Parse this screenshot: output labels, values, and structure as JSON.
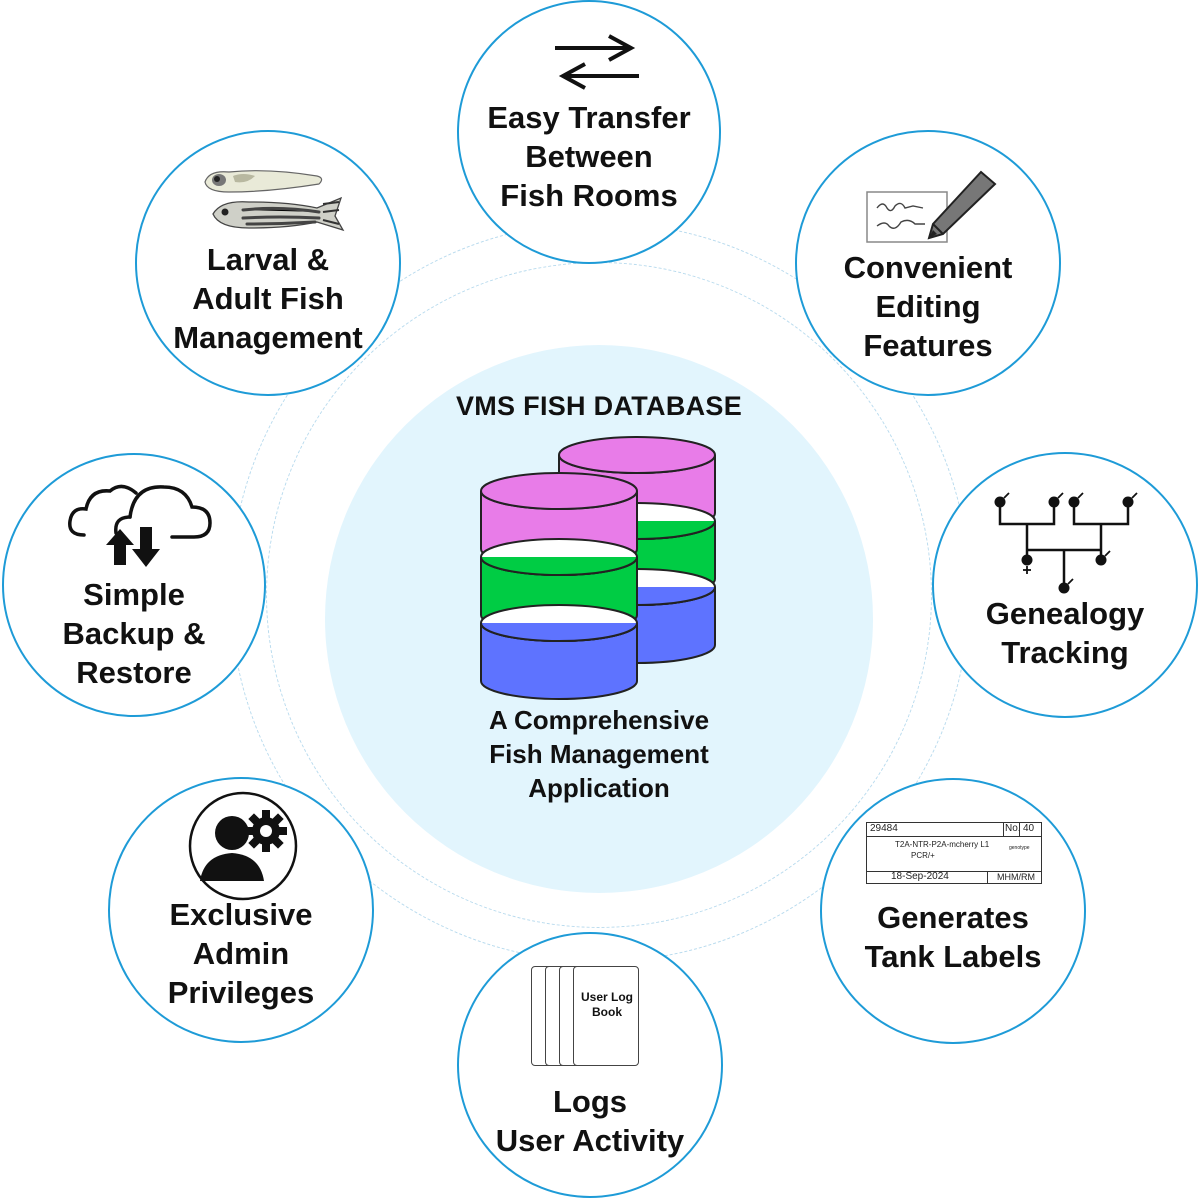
{
  "center": {
    "title": "VMS FISH DATABASE",
    "subtitle": "A Comprehensive\nFish Management\nApplication",
    "layer_colors": {
      "top": "#e87ce8",
      "middle": "#00cc44",
      "bottom": "#5e73ff"
    }
  },
  "accent_color": "#1e9bd7",
  "features": [
    {
      "id": "transfer",
      "label": "Easy Transfer\nBetween\nFish Rooms",
      "icon": "transfer-arrows-icon"
    },
    {
      "id": "editing",
      "label": "Convenient\nEditing\nFeatures",
      "icon": "pen-editing-icon"
    },
    {
      "id": "genealogy",
      "label": "Genealogy\nTracking",
      "icon": "family-tree-icon"
    },
    {
      "id": "labels",
      "label": "Generates\nTank Labels",
      "icon": "tank-label-icon",
      "tank_label": {
        "id": "29484",
        "no_label": "No.",
        "no_value": "40",
        "line1": "T2A-NTR-P2A-mcherry L1",
        "line2": "PCR/+",
        "side": "genotype",
        "date": "18-Sep-2024",
        "initials": "MHM/RM"
      }
    },
    {
      "id": "logs",
      "label": "Logs\nUser Activity",
      "icon": "log-book-icon",
      "book_text": "User Log\nBook"
    },
    {
      "id": "admin",
      "label": "Exclusive\nAdmin\nPrivileges",
      "icon": "admin-gear-icon"
    },
    {
      "id": "backup",
      "label": "Simple\nBackup &\nRestore",
      "icon": "cloud-sync-icon"
    },
    {
      "id": "fish",
      "label": "Larval &\nAdult Fish\nManagement",
      "icon": "zebrafish-icon"
    }
  ]
}
